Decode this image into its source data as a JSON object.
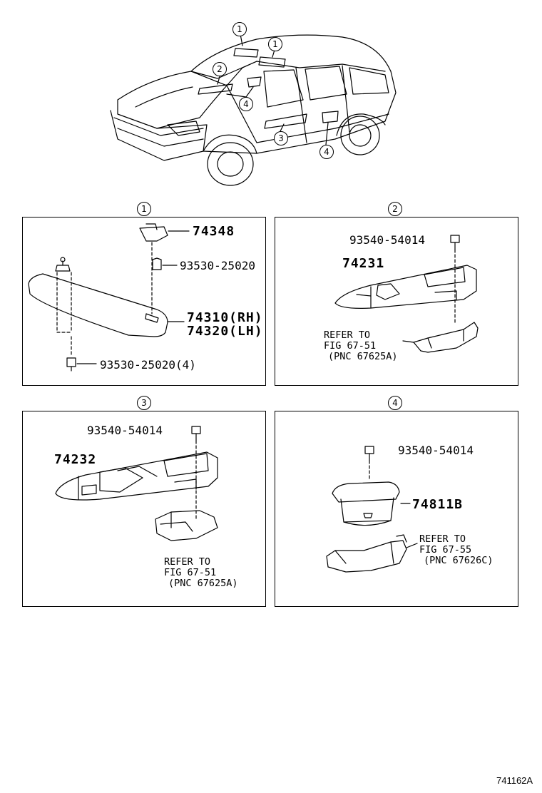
{
  "callouts": {
    "c1": "1",
    "c2": "2",
    "c3": "3",
    "c4": "4"
  },
  "panel1": {
    "num": "1",
    "part_bracket": "74348",
    "screw_top": "93530-25020",
    "visor_rh": "74310(RH)",
    "visor_lh": "74320(LH)",
    "screw_bottom": "93530-25020(4)"
  },
  "panel2": {
    "num": "2",
    "screw": "93540-54014",
    "switch_base": "74231",
    "refer_1": "REFER TO",
    "refer_2": "FIG 67-51",
    "refer_3": "(PNC 67625A)"
  },
  "panel3": {
    "num": "3",
    "screw": "93540-54014",
    "switch_base": "74232",
    "refer_1": "REFER TO",
    "refer_2": "FIG 67-51",
    "refer_3": "(PNC 67625A)"
  },
  "panel4": {
    "num": "4",
    "screw": "93540-54014",
    "pocket": "74811B",
    "refer_1": "REFER TO",
    "refer_2": "FIG 67-55",
    "refer_3": "(PNC 67626C)"
  },
  "figure_id": "741162A"
}
